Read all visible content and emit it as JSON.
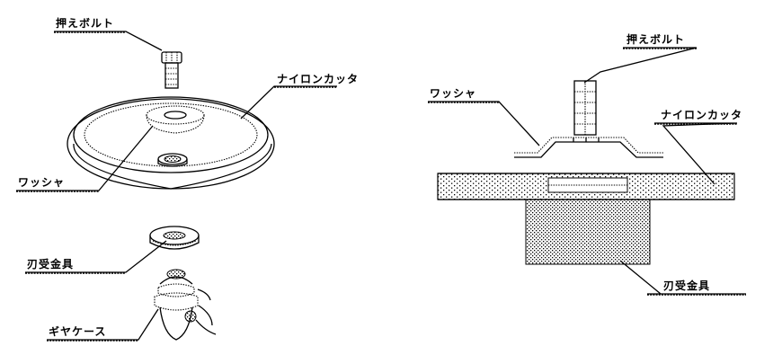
{
  "labels": {
    "bolt_left": "押えボルト",
    "nylon_left": "ナイロンカッタ",
    "washer_left": "ワッシャ",
    "blade_fitting_left": "刃受金具",
    "gear_case": "ギヤケース",
    "bolt_right": "押えボルト",
    "washer_right": "ワッシャ",
    "nylon_right": "ナイロンカッタ",
    "blade_fitting_right": "刃受金具"
  }
}
